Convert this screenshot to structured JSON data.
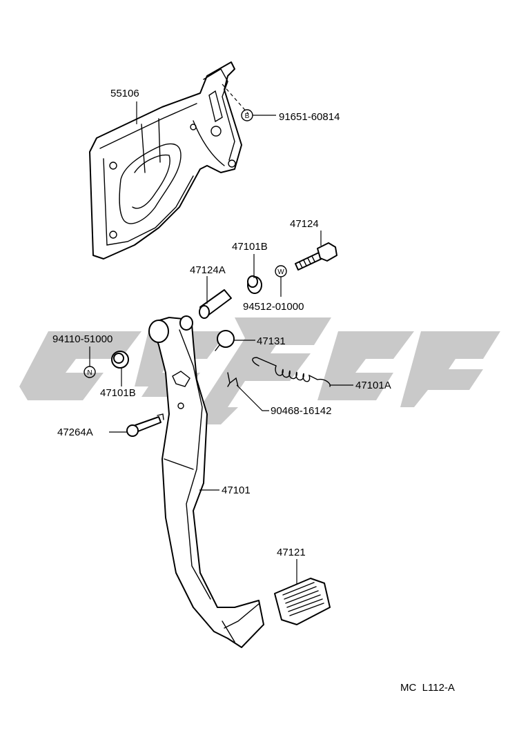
{
  "labels": {
    "p55106": "55106",
    "p91651": "91651-60814",
    "p47124": "47124",
    "p47101b_top": "47101B",
    "p47124a": "47124A",
    "p94512": "94512-01000",
    "p94110": "94110-51000",
    "p47131": "47131",
    "p47101b_left": "47101B",
    "p47101a": "47101A",
    "p90468": "90468-16142",
    "p47264a": "47264A",
    "p47101": "47101",
    "p47121": "47121"
  },
  "symbols": {
    "b": "B",
    "w": "W",
    "n": "N"
  },
  "reference": "MC  L112-A"
}
